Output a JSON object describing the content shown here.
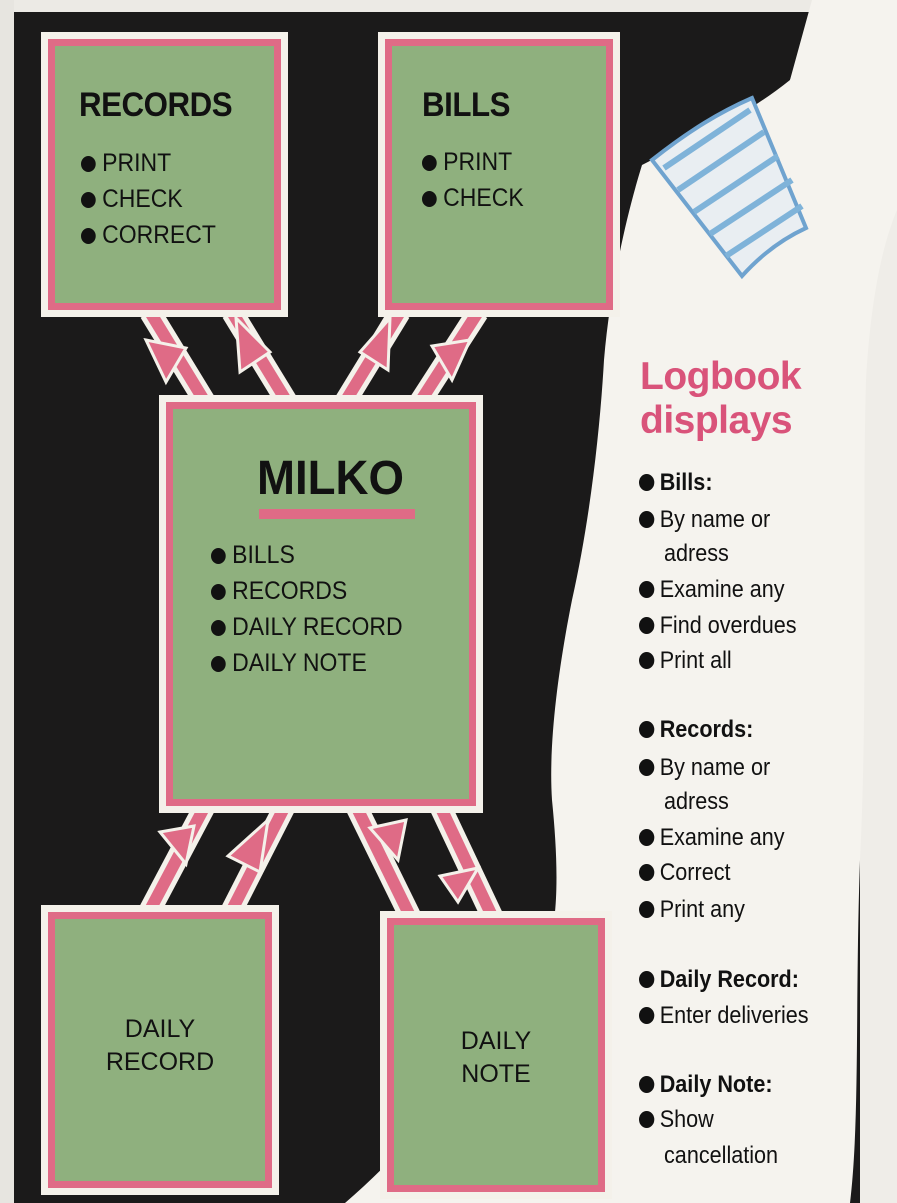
{
  "records": {
    "title": "RECORDS",
    "items": [
      "PRINT",
      "CHECK",
      "CORRECT"
    ]
  },
  "bills": {
    "title": "BILLS",
    "items": [
      "PRINT",
      "CHECK"
    ]
  },
  "milko": {
    "title": "MILKO",
    "items": [
      "BILLS",
      "RECORDS",
      "DAILY RECORD",
      "DAILY NOTE"
    ]
  },
  "daily_record": {
    "line1": "DAILY",
    "line2": "RECORD"
  },
  "daily_note": {
    "line1": "DAILY",
    "line2": "NOTE"
  },
  "logbook": {
    "heading_line1": "Logbook",
    "heading_line2": "displays",
    "bills_head": "Bills:",
    "bills_items": [
      "By name or",
      "adress",
      "Examine any",
      "Find overdues",
      "Print all"
    ],
    "records_head": "Records:",
    "records_items": [
      "By name or",
      "adress",
      "Examine any",
      "Correct",
      "Print any"
    ],
    "daily_record_head": "Daily Record:",
    "daily_record_items": [
      "Enter deliveries"
    ],
    "daily_note_head": "Daily Note:",
    "daily_note_items": [
      "Show",
      "cancellation"
    ]
  },
  "colors": {
    "box_fill": "#8fb07e",
    "box_border": "#df6b86",
    "outline": "#f4f1ea",
    "heading_pink": "#d9537a",
    "background": "#1b1a1a",
    "bottle_cap": "#7fb3d9"
  },
  "icons": [
    "bullet-icon",
    "milk-bottle-illustration",
    "arrow-icon"
  ]
}
